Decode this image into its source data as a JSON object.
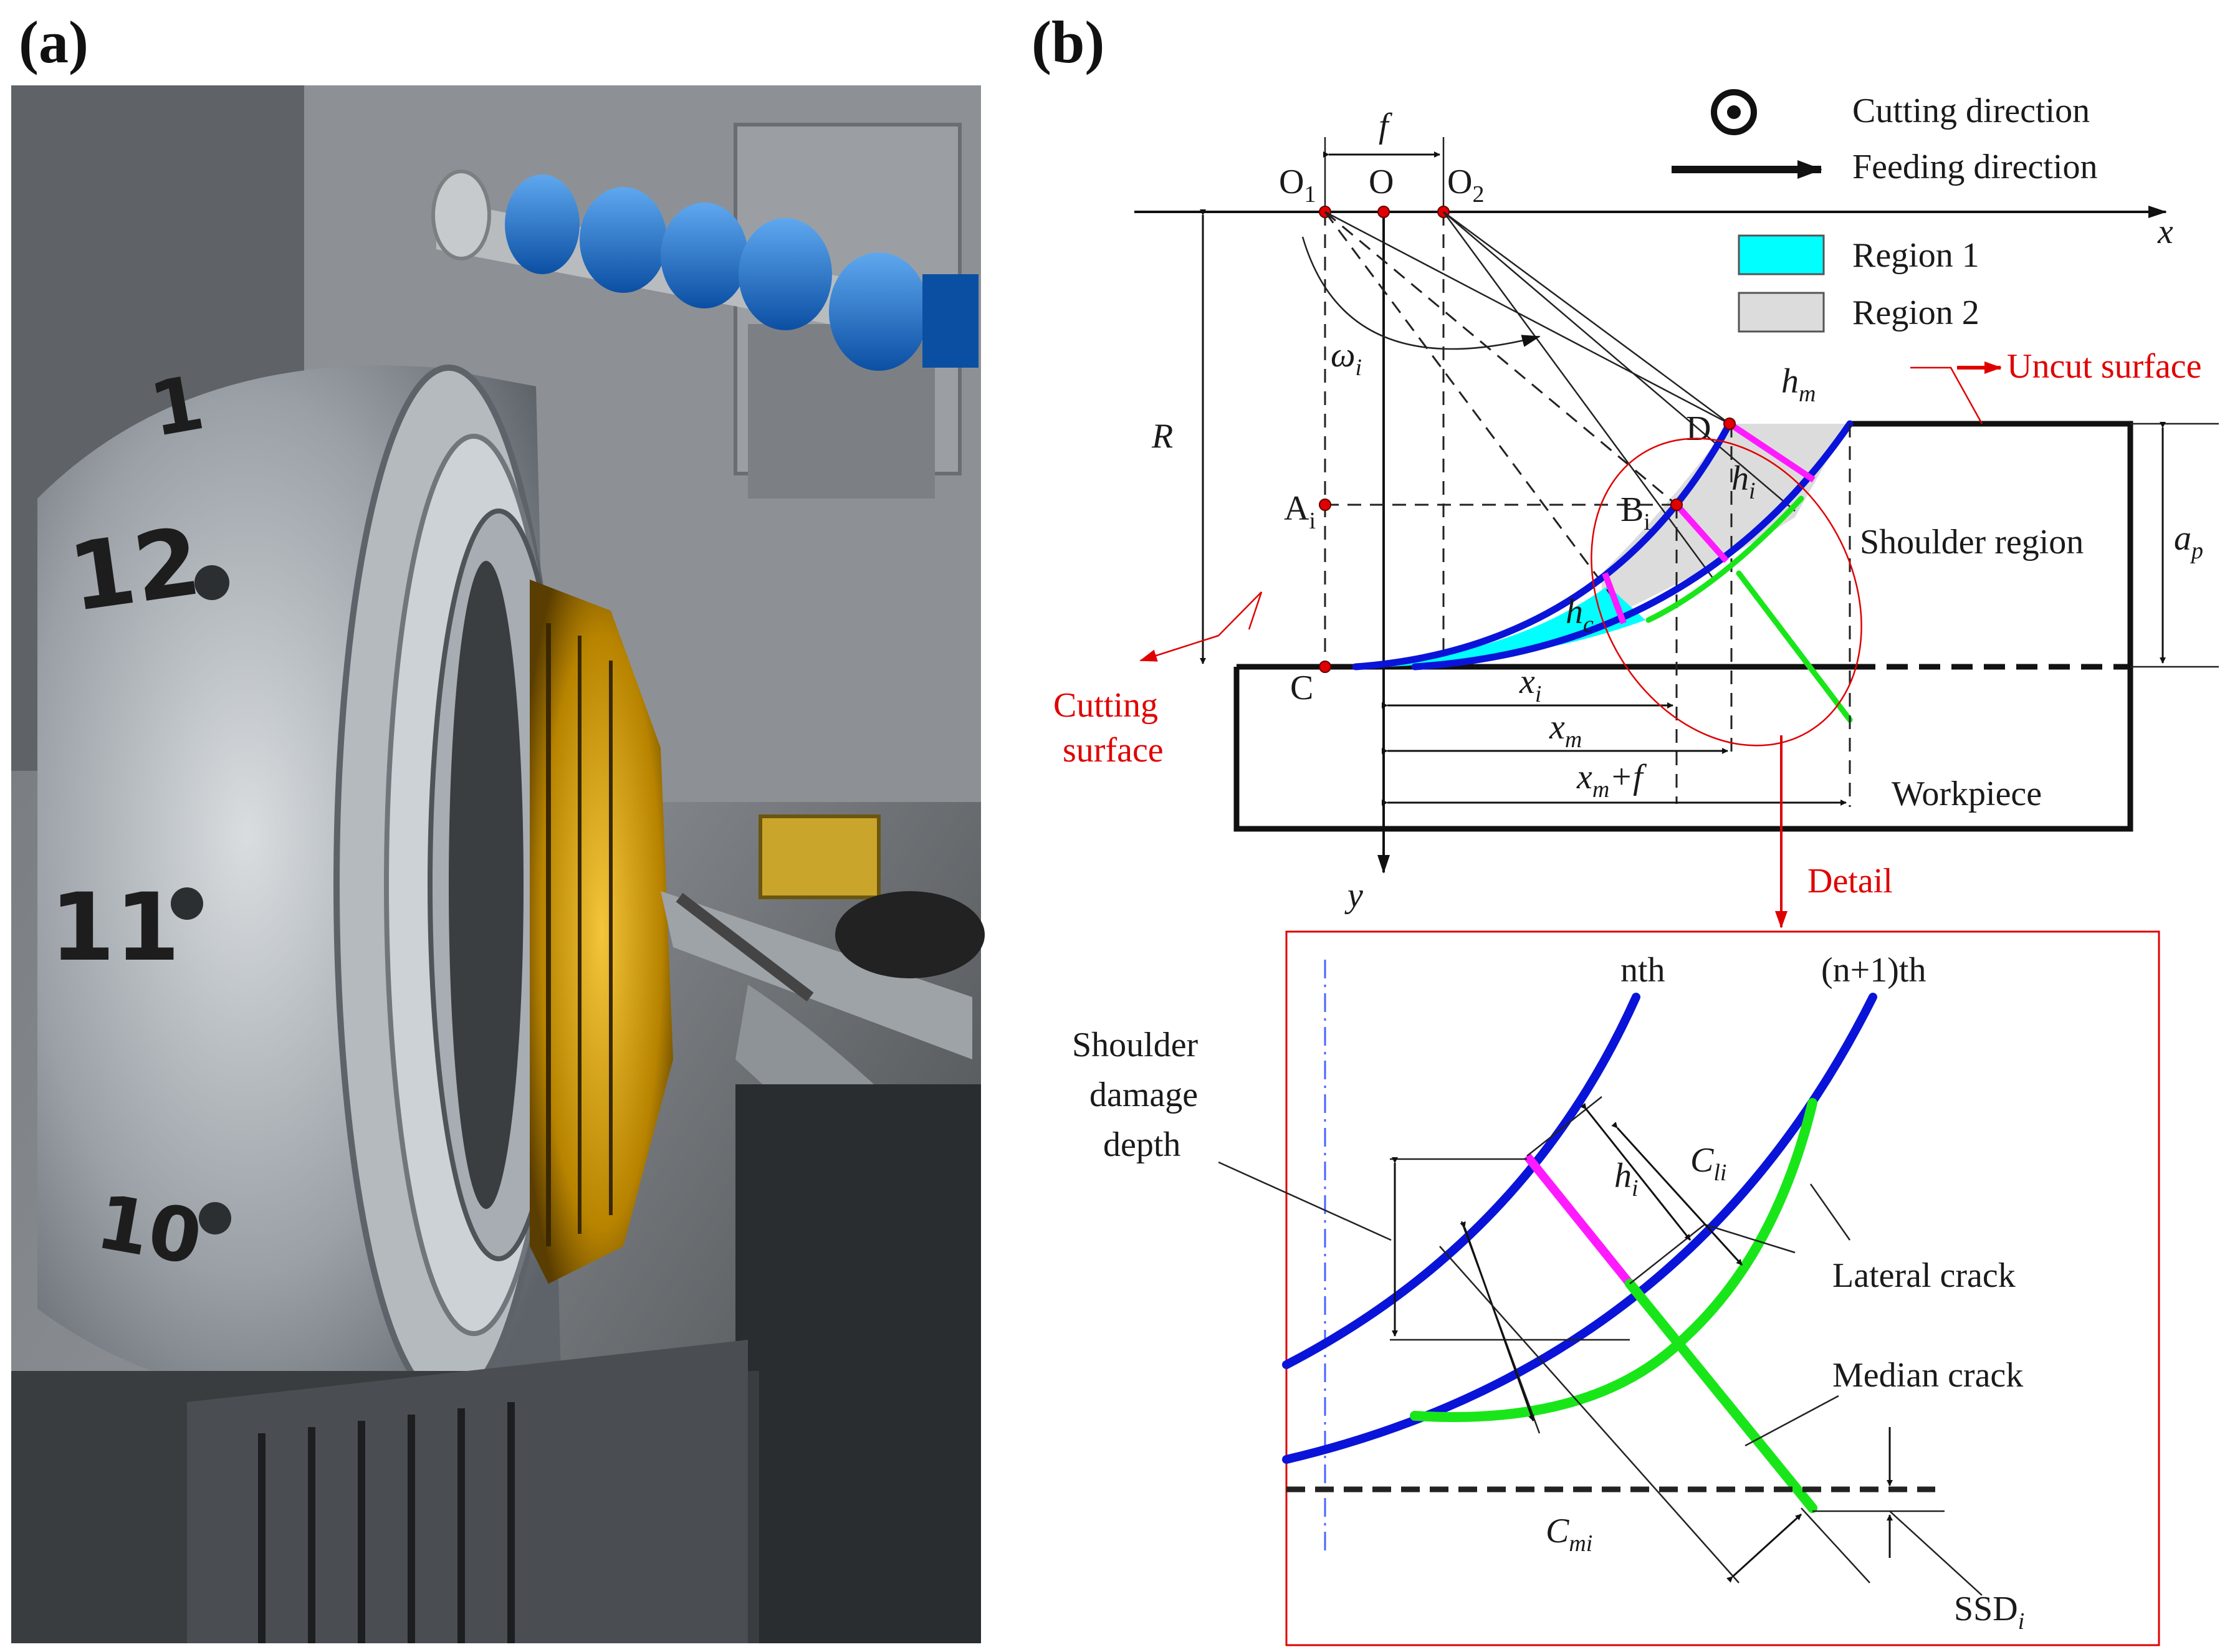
{
  "panel_a": {
    "label": "(a)",
    "photo_description_labels": [
      "1",
      "12",
      "11",
      "10"
    ]
  },
  "panel_b": {
    "label": "(b)",
    "legend": {
      "cutting_direction": "Cutting direction",
      "feeding_direction": "Feeding direction",
      "region1": "Region 1",
      "region2": "Region 2",
      "region1_color": "#00ffff",
      "region2_color": "#dcdcdc"
    },
    "points": {
      "O1": "O",
      "O1_sub": "1",
      "O": "O",
      "O2": "O",
      "O2_sub": "2",
      "A": "A",
      "A_sub": "i",
      "B": "B",
      "B_sub": "i",
      "C": "C",
      "D": "D"
    },
    "symbols": {
      "f": "f",
      "x": "x",
      "y": "y",
      "R": "R",
      "omega": "ω",
      "omega_sub": "i",
      "h_m": "h",
      "h_m_sub": "m",
      "h_i": "h",
      "h_i_sub": "i",
      "h_c": "h",
      "h_c_sub": "c",
      "a_p": "a",
      "a_p_sub": "p",
      "x_i": "x",
      "x_i_sub": "i",
      "x_m": "x",
      "x_m_sub": "m",
      "x_m_f": "x",
      "x_m_f_sub": "m",
      "x_m_f_suffix": "+f"
    },
    "labels": {
      "uncut_surface": "Uncut surface",
      "shoulder_region": "Shoulder region",
      "cutting_surface_1": "Cutting",
      "cutting_surface_2": "surface",
      "workpiece": "Workpiece",
      "detail": "Detail"
    },
    "detail": {
      "nth": "nth",
      "n1th": "(n+1)th",
      "shoulder_damage_1": "Shoulder",
      "shoulder_damage_2": "damage",
      "shoulder_damage_3": "depth",
      "h_i": "h",
      "h_i_sub": "i",
      "C_li": "C",
      "C_li_sub": "li",
      "lateral_crack": "Lateral crack",
      "median_crack": "Median crack",
      "C_mi": "C",
      "C_mi_sub": "mi",
      "ssd": "SSD",
      "ssd_sub": "i"
    },
    "colors": {
      "tool_edge": "#0a14d8",
      "crack": "#19e619",
      "thickness": "#ff1aff",
      "annotation": "#e00000"
    }
  }
}
